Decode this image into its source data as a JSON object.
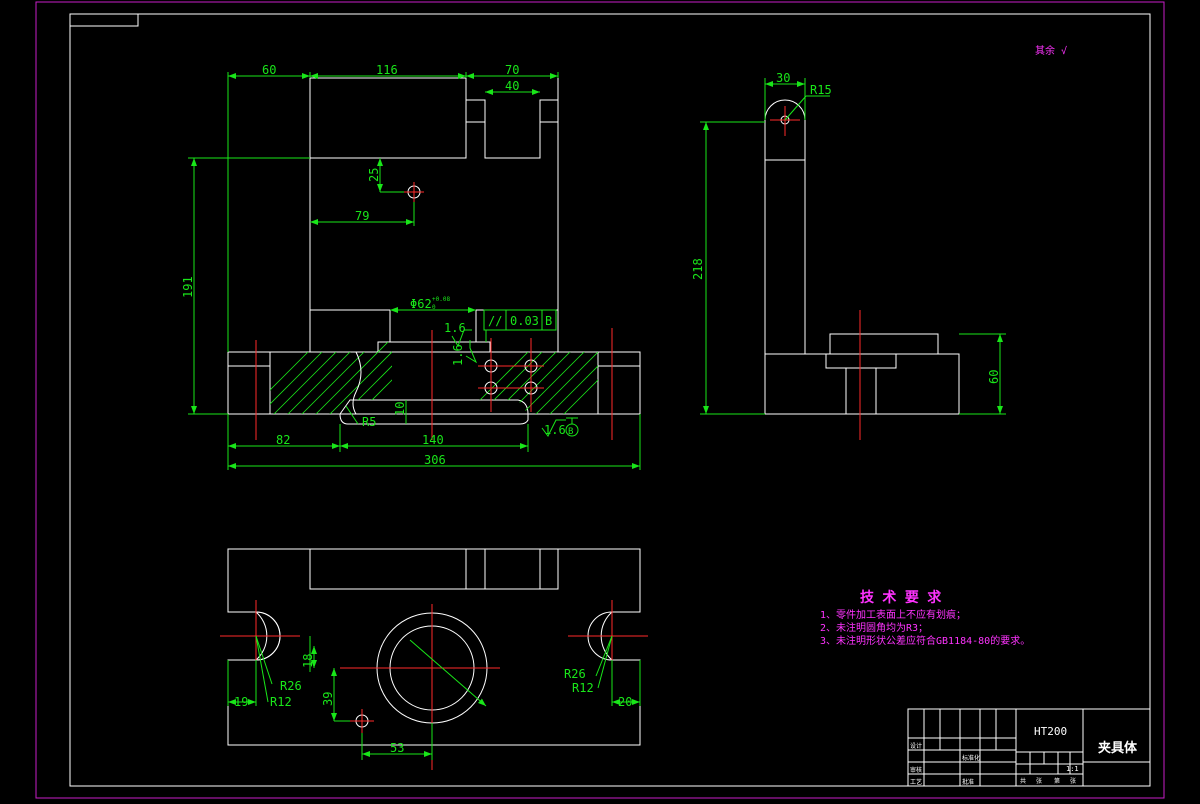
{
  "drawing": {
    "surface_note": "其余 √",
    "front_view": {
      "dims": {
        "d60": "60",
        "d116": "116",
        "d70": "70",
        "d40": "40",
        "d25": "25",
        "d79": "79",
        "d191": "191",
        "phi62": "Φ62",
        "phi62_upper": "+0.08",
        "phi62_lower": "0",
        "rough_a": "1.6",
        "rough_b": "1.6",
        "rough_c": "1.6",
        "r5": "R5",
        "d10": "10",
        "d82": "82",
        "d140": "140",
        "d306": "306"
      },
      "tolerance_frame": {
        "symbol": "//",
        "value": "0.03",
        "datum": "B"
      },
      "datum_label": "B"
    },
    "side_view": {
      "dims": {
        "d30": "30",
        "r15": "R15",
        "d218": "218",
        "d60": "60"
      }
    },
    "top_view": {
      "dims": {
        "d18": "18",
        "d39": "39",
        "d53": "53",
        "r26_left": "R26",
        "r12_left": "R12",
        "d19": "19",
        "r26_right": "R26",
        "r12_right": "R12",
        "d20": "20"
      }
    }
  },
  "tech_requirements": {
    "title": "技 术 要 求",
    "items": [
      "1、零件加工表面上不应有划痕；",
      "2、未注明圆角均为R3；",
      "3、未注明形状公差应符合GB1184-80的要求。"
    ]
  },
  "title_block": {
    "material": "HT200",
    "part_name": "夹具体",
    "scale": "1:1",
    "labels": {
      "design": "设计",
      "check": "审核",
      "process": "工艺",
      "standard": "标准化",
      "approve": "批准",
      "sheet_total": "共",
      "sheet": "张",
      "sheet_no": "第",
      "sheet_no2": "张"
    }
  },
  "colors": {
    "background": "#000000",
    "outline": "#ffffff",
    "dimension": "#19e619",
    "centerline": "#ff2a2a",
    "border": "#c81ec8",
    "annotation": "#ff33ff"
  }
}
